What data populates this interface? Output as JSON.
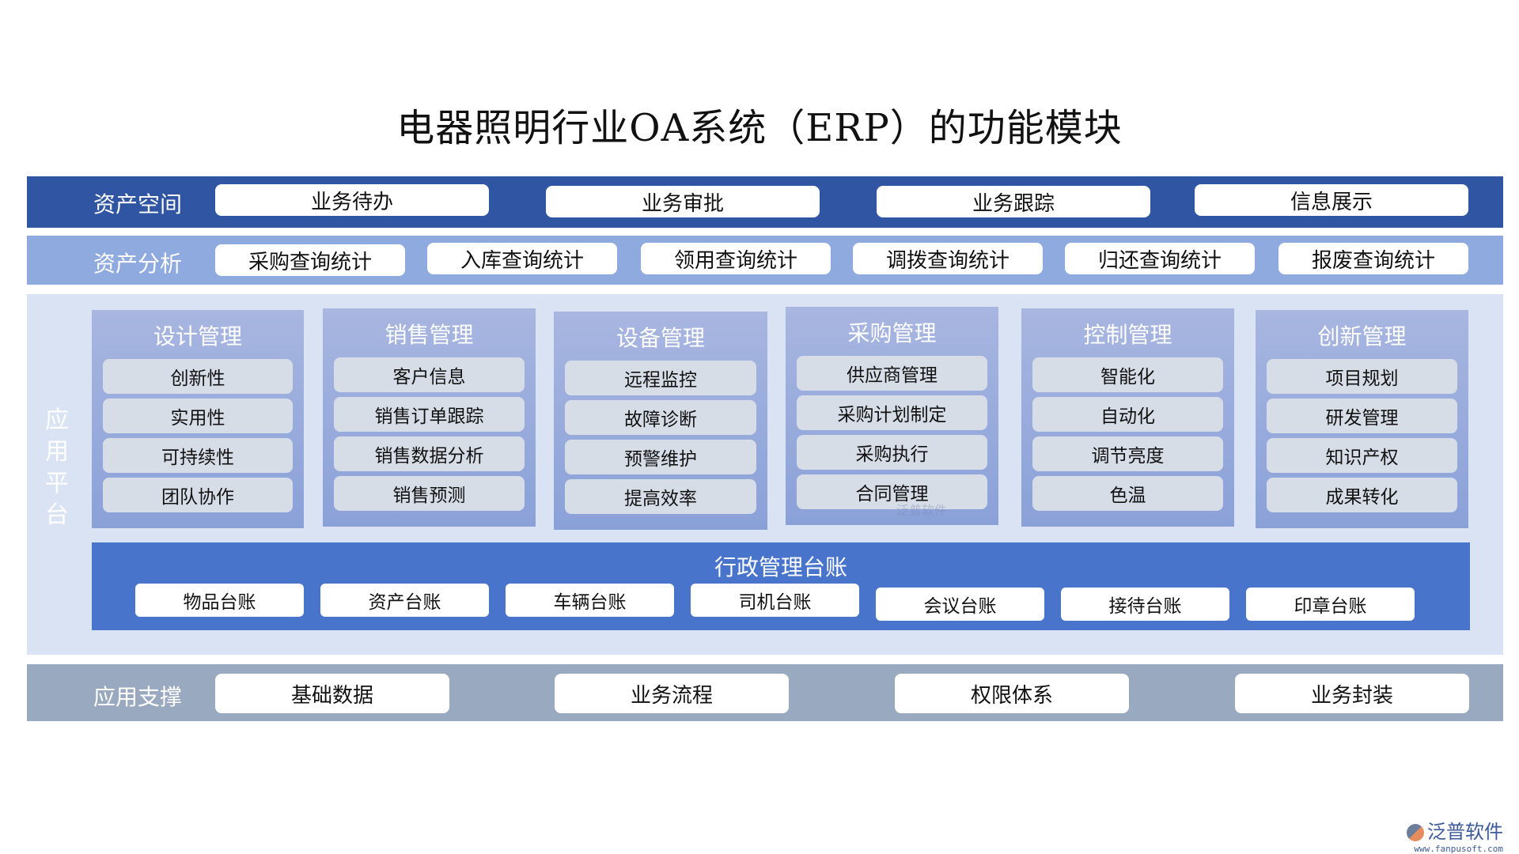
{
  "title": "电器照明行业OA系统（ERP）的功能模块",
  "asset_space": {
    "label": "资产空间",
    "items": [
      "业务待办",
      "业务审批",
      "业务跟踪",
      "信息展示"
    ]
  },
  "asset_analysis": {
    "label": "资产分析",
    "items": [
      "采购查询统计",
      "入库查询统计",
      "领用查询统计",
      "调拨查询统计",
      "归还查询统计",
      "报废查询统计"
    ]
  },
  "app_platform": {
    "label": "应用平台",
    "label_chars": [
      "应",
      "用",
      "平",
      "台"
    ],
    "modules": [
      {
        "title": "设计管理",
        "items": [
          "创新性",
          "实用性",
          "可持续性",
          "团队协作"
        ]
      },
      {
        "title": "销售管理",
        "items": [
          "客户信息",
          "销售订单跟踪",
          "销售数据分析",
          "销售预测"
        ]
      },
      {
        "title": "设备管理",
        "items": [
          "远程监控",
          "故障诊断",
          "预警维护",
          "提高效率"
        ]
      },
      {
        "title": "采购管理",
        "items": [
          "供应商管理",
          "采购计划制定",
          "采购执行",
          "合同管理"
        ]
      },
      {
        "title": "控制管理",
        "items": [
          "智能化",
          "自动化",
          "调节亮度",
          "色温"
        ]
      },
      {
        "title": "创新管理",
        "items": [
          "项目规划",
          "研发管理",
          "知识产权",
          "成果转化"
        ]
      }
    ],
    "admin": {
      "title": "行政管理台账",
      "items": [
        "物品台账",
        "资产台账",
        "车辆台账",
        "司机台账",
        "会议台账",
        "接待台账",
        "印章台账"
      ]
    }
  },
  "app_support": {
    "label": "应用支撑",
    "items": [
      "基础数据",
      "业务流程",
      "权限体系",
      "业务封装"
    ]
  },
  "branding": {
    "logo_text": "泛普软件",
    "url": "www.fanpusoft.com",
    "watermark": "泛普软件"
  },
  "colors": {
    "band_space": "#2F55A3",
    "band_analysis": "#8FAADF",
    "band_platform": "#DAE3F3",
    "admin_bar": "#4874CC",
    "band_support": "#99A9BF"
  }
}
